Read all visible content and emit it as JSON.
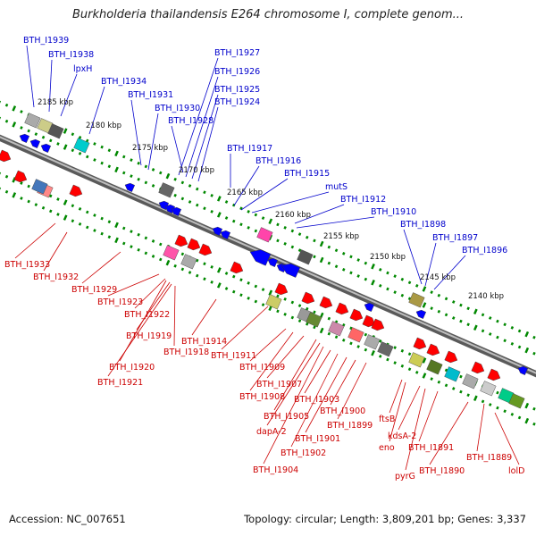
{
  "title": "Burkholderia thailandensis E264 chromosome I, complete genom...",
  "footer": {
    "accession": "Accession: NC_007651",
    "summary": "Topology: circular; Length: 3,809,201 bp; Genes: 3,337"
  },
  "colors": {
    "upper_labels": "#0000cc",
    "lower_labels": "#cc0000",
    "forward_gene": "#ff0000",
    "reverse_gene": "#0000ff",
    "backbone": "#888888",
    "tick_dots": "#008800"
  },
  "kbp_ticks": [
    "2185 kbp",
    "2180 kbp",
    "2175 kbp",
    "2170 kbp",
    "2165 kbp",
    "2160 kbp",
    "2155 kbp",
    "2150 kbp",
    "2145 kbp",
    "2140 kbp"
  ],
  "upper_labels": [
    "BTH_I1939",
    "BTH_I1938",
    "lpxH",
    "BTH_I1934",
    "BTH_I1931",
    "BTH_I1930",
    "BTH_I1928",
    "BTH_I1927",
    "BTH_I1926",
    "BTH_I1925",
    "BTH_I1924",
    "BTH_I1917",
    "BTH_I1916",
    "BTH_I1915",
    "mutS",
    "BTH_I1912",
    "BTH_I1910",
    "BTH_I1898",
    "BTH_I1897",
    "BTH_I1896"
  ],
  "lower_labels": [
    "BTH_I1933",
    "BTH_I1932",
    "BTH_I1929",
    "BTH_I1923",
    "BTH_I1922",
    "BTH_I1919",
    "BTH_I1918",
    "BTH_I1920",
    "BTH_I1921",
    "BTH_I1914",
    "BTH_I1911",
    "BTH_I1909",
    "BTH_I1908",
    "BTH_I1907",
    "BTH_I1905",
    "dapA-2",
    "BTH_I1904",
    "BTH_I1903",
    "BTH_I1902",
    "BTH_I1901",
    "BTH_I1900",
    "BTH_I1899",
    "ftsB",
    "eno",
    "kdsA-2",
    "pyrG",
    "BTH_I1891",
    "BTH_I1890",
    "BTH_I1889",
    "lolD"
  ]
}
